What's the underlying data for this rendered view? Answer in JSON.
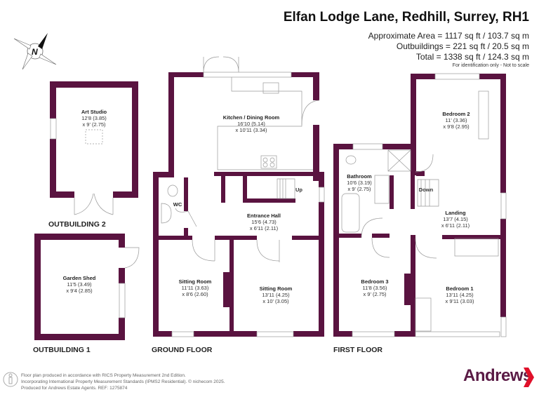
{
  "header": {
    "title": "Elfan Lodge Lane, Redhill, Surrey, RH1",
    "approx_area": "Approximate Area = 1117 sq ft / 103.7 sq m",
    "outbuildings": "Outbuildings = 221 sq ft / 20.5 sq m",
    "total": "Total = 1338 sq ft / 124.3 sq m",
    "note": "For identification only - Not to scale"
  },
  "compass": {
    "letter": "N"
  },
  "rooms": {
    "art_studio": {
      "name": "Art Studio",
      "dim1": "12'8 (3.85)",
      "dim2": "x 9' (2.75)"
    },
    "garden_shed": {
      "name": "Garden Shed",
      "dim1": "11'5 (3.49)",
      "dim2": "x 9'4 (2.85)"
    },
    "kitchen": {
      "name": "Kitchen / Dining Room",
      "dim1": "16'10 (5.14)",
      "dim2": "x 10'11 (3.34)"
    },
    "wc": {
      "name": "WC"
    },
    "entrance_hall": {
      "name": "Entrance Hall",
      "dim1": "15'6 (4.73)",
      "dim2": "x 6'11 (2.11)"
    },
    "sitting_room_1": {
      "name": "Sitting Room",
      "dim1": "11'11 (3.63)",
      "dim2": "x 8'6 (2.60)"
    },
    "sitting_room_2": {
      "name": "Sitting Room",
      "dim1": "13'11 (4.25)",
      "dim2": "x 10' (3.05)"
    },
    "bathroom": {
      "name": "Bathroom",
      "dim1": "10'6 (3.19)",
      "dim2": "x 9' (2.75)"
    },
    "bedroom_2": {
      "name": "Bedroom 2",
      "dim1": "11' (3.36)",
      "dim2": "x 9'8 (2.95)"
    },
    "landing": {
      "name": "Landing",
      "dim1": "13'7 (4.15)",
      "dim2": "x 6'11 (2.11)"
    },
    "bedroom_3": {
      "name": "Bedroom 3",
      "dim1": "11'8 (3.56)",
      "dim2": "x 9' (2.75)"
    },
    "bedroom_1": {
      "name": "Bedroom 1",
      "dim1": "13'11 (4.25)",
      "dim2": "x 9'11 (3.03)"
    }
  },
  "stairs": {
    "up": "Up",
    "down": "Down"
  },
  "floors": {
    "outbuilding_2": "OUTBUILDING 2",
    "outbuilding_1": "OUTBUILDING 1",
    "ground": "GROUND FLOOR",
    "first": "FIRST FLOOR"
  },
  "footer": {
    "line1": "Floor plan produced in accordance with RICS Property Measurement 2nd Edition.",
    "line2": "Incorporating International Property Measurement Standards (IPMS2 Residential).   © nichecom 2025.",
    "line3": "Produced for Andrews Estate Agents.   REF: 1275874"
  },
  "brand": {
    "name": "Andrews",
    "wall_color": "#5a1340",
    "accent": "#e0102a"
  }
}
